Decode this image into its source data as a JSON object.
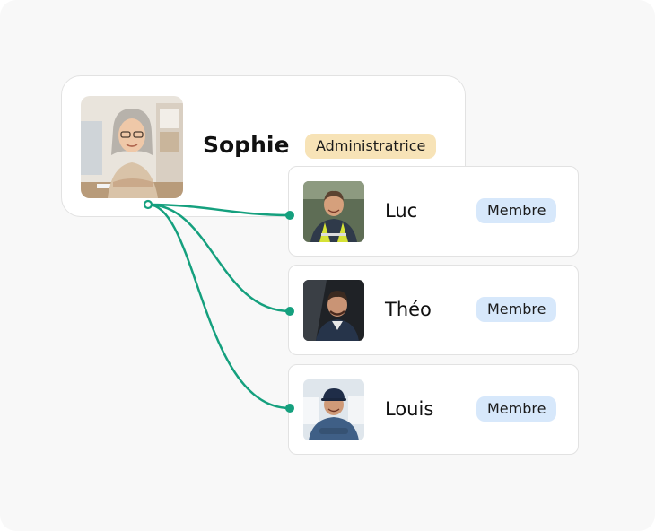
{
  "admin": {
    "name": "Sophie",
    "role": "Administratrice",
    "avatar_icon": "woman-with-glasses-photo"
  },
  "members": [
    {
      "name": "Luc",
      "role": "Membre",
      "avatar_icon": "man-in-safety-vest-photo"
    },
    {
      "name": "Théo",
      "role": "Membre",
      "avatar_icon": "man-in-car-photo"
    },
    {
      "name": "Louis",
      "role": "Membre",
      "avatar_icon": "man-with-cap-photo"
    }
  ],
  "colors": {
    "connector": "#15a07e",
    "admin_badge": "#f7e3b7",
    "member_badge": "#d7e8fb",
    "background": "#f8f8f8"
  }
}
